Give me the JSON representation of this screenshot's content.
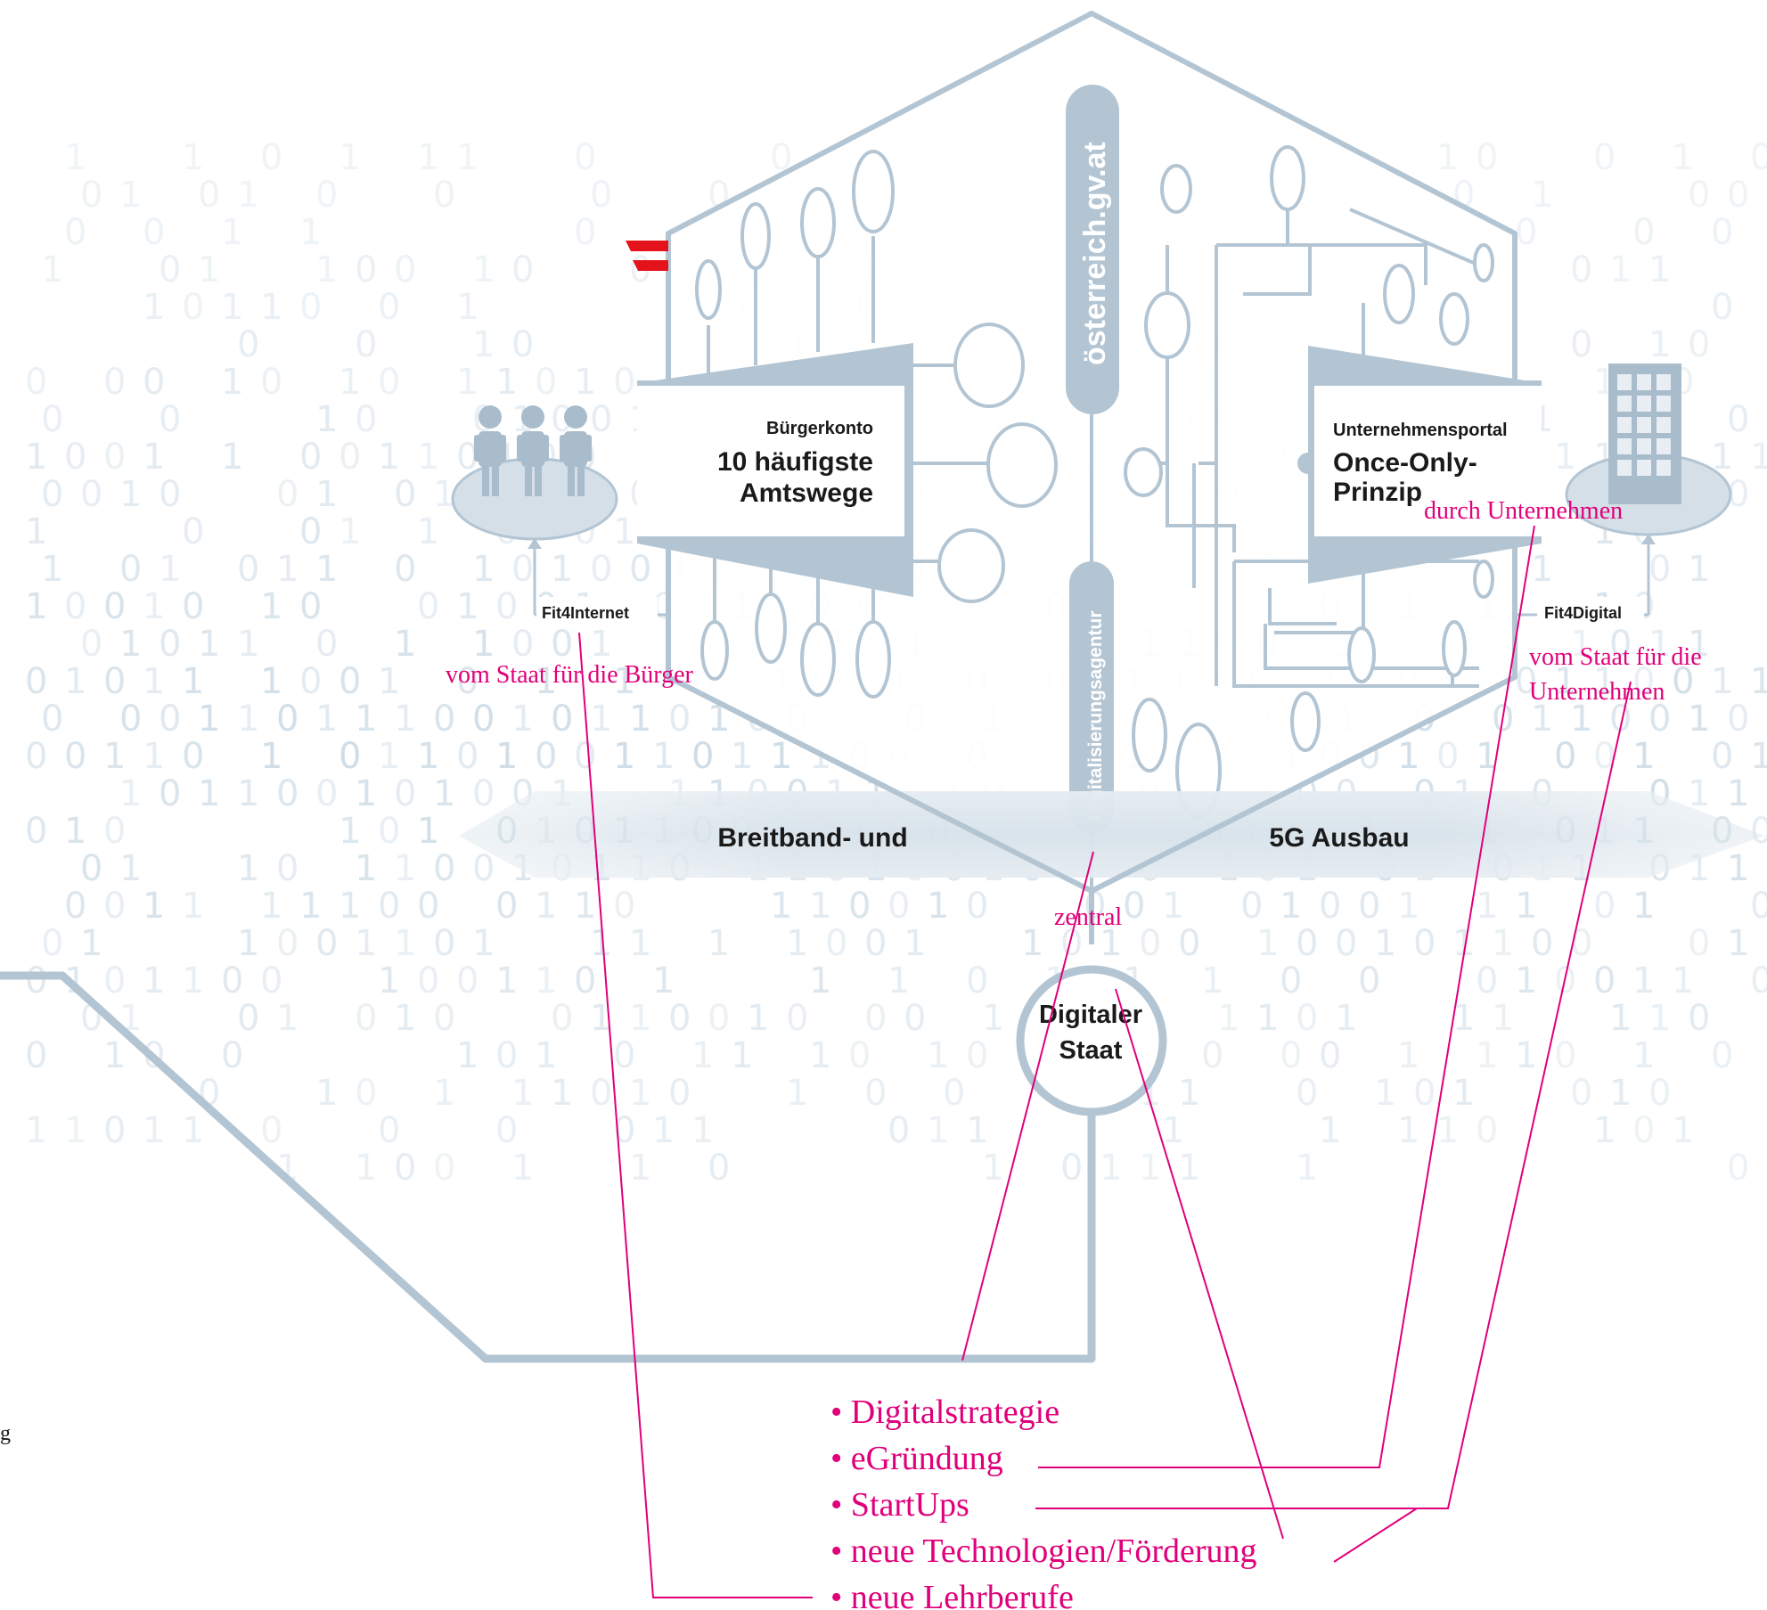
{
  "background_binary": {
    "digits": "01101001101110010110100110010110011010010110010100110110",
    "color": "#c4d4e0"
  },
  "center": {
    "vertical_label_top": "österreich.gv.at",
    "vertical_label_bottom": "Digitalisierungsagentur",
    "circle_line1": "Digitaler",
    "circle_line2": "Staat"
  },
  "left_panel": {
    "kicker": "Bürgerkonto",
    "title_line1": "10 häufigste",
    "title_line2": "Amtswege",
    "node_label": "Fit4Internet"
  },
  "right_panel": {
    "kicker": "Unternehmensportal",
    "title_line1": "Once-Only-",
    "title_line2": "Prinzip",
    "node_label": "Fit4Digital"
  },
  "band": {
    "left_text": "Breitband- und",
    "right_text": "5G Ausbau"
  },
  "annotations": {
    "citizens": "vom Staat für die Bürger",
    "companies_by": "durch Unternehmen",
    "companies_for_line1": "vom Staat für die",
    "companies_for_line2": "Unternehmen",
    "central": "zentral"
  },
  "bullets": [
    "• Digitalstrategie",
    "• eGründung",
    "• StartUps",
    "• neue Technologien/Förderung",
    "• neue Lehrberufe"
  ],
  "edge_fragment": "g",
  "colors": {
    "structure": "#b3c5d3",
    "structure_dark": "#9fb4c4",
    "band": "#d6e1e9",
    "annotation": "#e0007a",
    "austria_red": "#e3121b",
    "text": "#1a1a1a"
  }
}
